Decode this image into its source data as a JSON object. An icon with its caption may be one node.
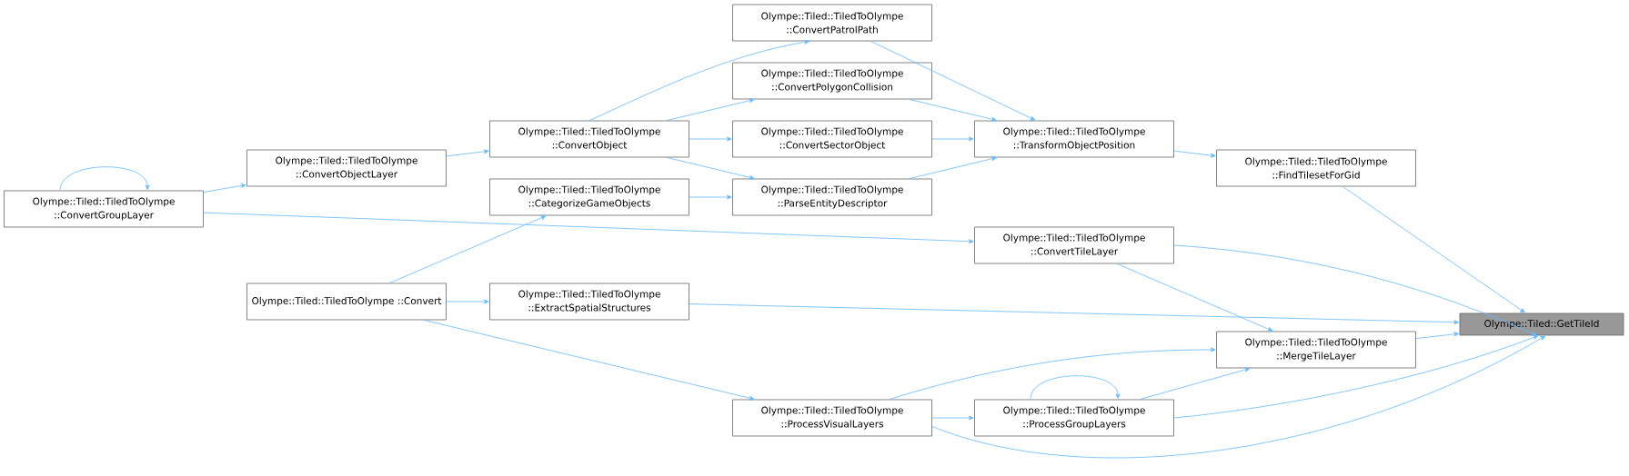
{
  "diagram": {
    "nodes": [
      {
        "text": [
          "Olympe::Tiled::TiledToOlympe ::ConvertGroupLayer"
        ]
      },
      {
        "text": [
          "Olympe::Tiled::TiledToOlympe ::ConvertObjectLayer"
        ]
      },
      {
        "text": [
          "Olympe::Tiled::TiledToOlympe ::Convert"
        ]
      },
      {
        "text": [
          "Olympe::Tiled::TiledToOlympe ::ConvertObject"
        ]
      },
      {
        "text": [
          "Olympe::Tiled::TiledToOlympe ::CategorizeGameObjects"
        ]
      },
      {
        "text": [
          "Olympe::Tiled::TiledToOlympe ::ExtractSpatialStructures"
        ]
      },
      {
        "text": [
          "Olympe::Tiled::TiledToOlympe ::ConvertPatrolPath"
        ]
      },
      {
        "text": [
          "Olympe::Tiled::TiledToOlympe ::ConvertPolygonCollision"
        ]
      },
      {
        "text": [
          "Olympe::Tiled::TiledToOlympe ::ConvertSectorObject"
        ]
      },
      {
        "text": [
          "Olympe::Tiled::TiledToOlympe ::ParseEntityDescriptor"
        ]
      },
      {
        "text": [
          "Olympe::Tiled::TiledToOlympe ::ProcessVisualLayers"
        ]
      },
      {
        "text": [
          "Olympe::Tiled::TiledToOlympe ::TransformObjectPosition"
        ]
      },
      {
        "text": [
          "Olympe::Tiled::TiledToOlympe ::ConvertTileLayer"
        ]
      },
      {
        "text": [
          "Olympe::Tiled::TiledToOlympe ::ProcessGroupLayers"
        ]
      },
      {
        "text": [
          "Olympe::Tiled::TiledToOlympe ::FindTilesetForGid"
        ]
      },
      {
        "text": [
          "Olympe::Tiled::TiledToOlympe ::MergeTileLayer"
        ]
      },
      {
        "text": [
          "Olympe::Tiled::GetTileId"
        ]
      }
    ],
    "edges": [
      {
        "from": 0,
        "to": 0,
        "arrow": "to"
      },
      {
        "from": 0,
        "to": 1,
        "arrow": "to"
      },
      {
        "from": 0,
        "to": 12,
        "arrow": "to"
      },
      {
        "from": 1,
        "to": 3,
        "arrow": "to"
      },
      {
        "from": 3,
        "to": 6,
        "arrow": "to"
      },
      {
        "from": 3,
        "to": 7,
        "arrow": "to"
      },
      {
        "from": 3,
        "to": 8,
        "arrow": "to"
      },
      {
        "from": 3,
        "to": 9,
        "arrow": "to"
      },
      {
        "from": 2,
        "to": 4,
        "arrow": "to"
      },
      {
        "from": 2,
        "to": 5,
        "arrow": "to"
      },
      {
        "from": 2,
        "to": 10,
        "arrow": "to"
      },
      {
        "from": 4,
        "to": 9,
        "arrow": "to"
      },
      {
        "from": 6,
        "to": 11,
        "arrow": "to"
      },
      {
        "from": 7,
        "to": 11,
        "arrow": "to"
      },
      {
        "from": 8,
        "to": 11,
        "arrow": "to"
      },
      {
        "from": 9,
        "to": 11,
        "arrow": "to"
      },
      {
        "from": 5,
        "to": 16,
        "arrow": "to"
      },
      {
        "from": 10,
        "to": 15,
        "arrow": "to"
      },
      {
        "from": 10,
        "to": 13,
        "arrow": "to"
      },
      {
        "from": 10,
        "to": 16,
        "arrow": "to"
      },
      {
        "from": 11,
        "to": 14,
        "arrow": "to"
      },
      {
        "from": 12,
        "to": 16,
        "arrow": "to"
      },
      {
        "from": 12,
        "to": 15,
        "arrow": "to"
      },
      {
        "from": 13,
        "to": 13,
        "arrow": "to"
      },
      {
        "from": 13,
        "to": 15,
        "arrow": "to"
      },
      {
        "from": 13,
        "to": 16,
        "arrow": "to"
      },
      {
        "from": 14,
        "to": 16,
        "arrow": "to"
      },
      {
        "from": 15,
        "to": 16,
        "arrow": "to"
      }
    ]
  }
}
